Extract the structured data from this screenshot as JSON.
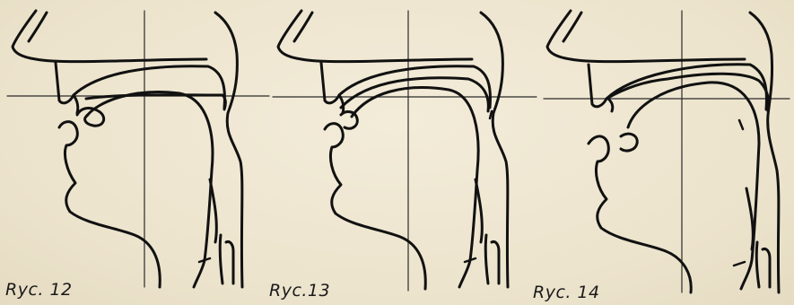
{
  "figures": [
    {
      "id": "fig-12",
      "caption": "Ryc. 12"
    },
    {
      "id": "fig-13",
      "caption": "Ryc.13"
    },
    {
      "id": "fig-14",
      "caption": "Ryc. 14"
    }
  ],
  "colors": {
    "paper": "#efe7d2",
    "ink": "#111111",
    "guide": "#2a2a2a"
  }
}
